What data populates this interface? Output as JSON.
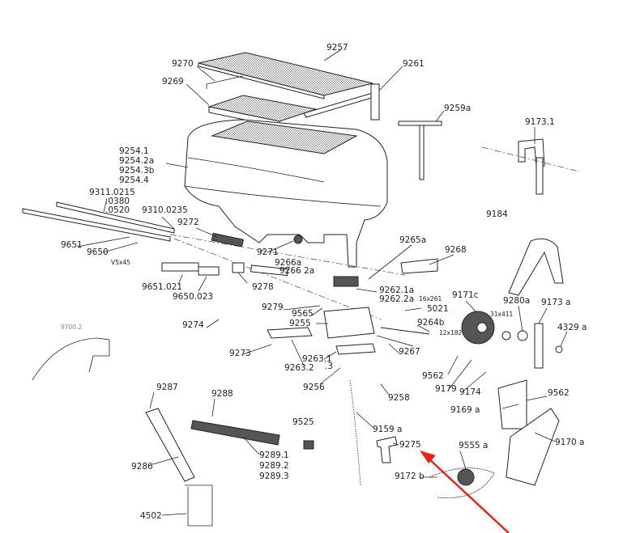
{
  "labels": {
    "l9257": "9257",
    "l9270": "9270",
    "l9261": "9261",
    "l9269": "9269",
    "l9259a": "9259a",
    "l9173_1": "9173.1",
    "l9254_1": "9254.1",
    "l9254_2a": "9254.2a",
    "l9254_3b": "9254.3b",
    "l9254_4": "9254.4",
    "l9311": "9311.0215",
    "l0380": ".0380",
    "l0520": ".0520",
    "l9310": "9310.0235",
    "l9184": "9184",
    "l9272": "9272",
    "l9651": "9651",
    "l9650": "9650",
    "lV5x45": "V5x45",
    "l9271": "9271",
    "l9265a": "9265a",
    "l9268": "9268",
    "l9266a": "9266a",
    "l9266_2a": "9266 2a",
    "l9278": "9278",
    "l9651_021": "9651.021",
    "l9650_023": "9650.023",
    "l9262_1a": "9262.1a",
    "l9262_2a": "9262.2a",
    "l16x261": "16x261",
    "l9171c": "9171c",
    "l9280a": "9280a",
    "l9173a": "9173 a",
    "l9279": "9279",
    "l5021": "5021",
    "l31x411": "31x411",
    "l9565": "9565",
    "l9255": "9255",
    "l9264b": "9264b",
    "l4329a": "4329 a",
    "l9700_2": "9700.2",
    "l9274": "9274",
    "l12x182": "12x182",
    "l9273": "9273",
    "l9267": "9267",
    "l9263_1": "9263.1",
    "l9263_2": "9263.2",
    "l9263_3": ".3",
    "l9562a": "9562",
    "l9179": "9179",
    "l9174": "9174",
    "l9256": "9256",
    "l9258": "9258",
    "l9562b": "9562",
    "l9169a": "9169 a",
    "l9287": "9287",
    "l9288": "9288",
    "l9525": "9525",
    "l9159a": "9159 a",
    "l9275": "9275",
    "l9555a": "9555 a",
    "l9170a": "9170 a",
    "l9286": "9286",
    "l9289_1": "9289.1",
    "l9289_2": "9289.2",
    "l9289_3": "9289.3",
    "l9172b": "9172 b",
    "l4502": "4502"
  },
  "highlight": {
    "target_part": "9275",
    "arrow_color": "#e8231f"
  }
}
